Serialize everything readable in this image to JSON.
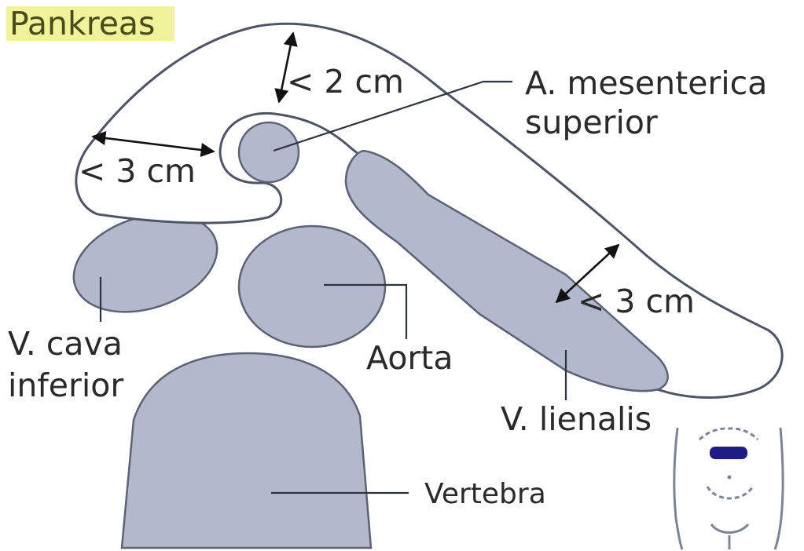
{
  "title": "Pankreas",
  "colors": {
    "organ_fill": "#b3b9cc",
    "pancreas_outline": "#4e5466",
    "title_highlight": "#f0f39a",
    "marker_band": "#1f1c86"
  },
  "measurements": {
    "body_thickness": "< 2 cm",
    "head_thickness": "< 3 cm",
    "tail_thickness": "< 3 cm"
  },
  "structures": {
    "sma_line1": "A. mesenterica",
    "sma_line2": "superior",
    "ivc_line1": "V. cava",
    "ivc_line2": "inferior",
    "aorta": "Aorta",
    "splenic_vein": "V. lienalis",
    "vertebra": "Vertebra"
  },
  "icons": {
    "torso_orientation": "torso-with-section-marker-icon"
  }
}
